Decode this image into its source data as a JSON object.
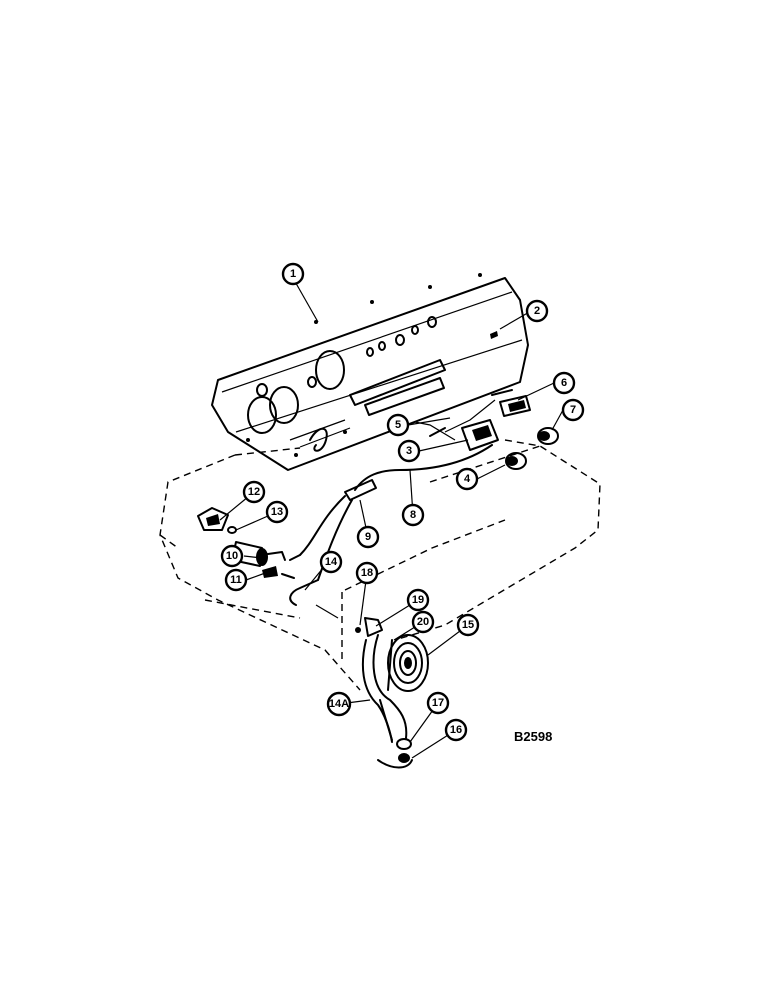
{
  "figure_code": "B2598",
  "callouts": [
    {
      "id": "1",
      "label": "1"
    },
    {
      "id": "2",
      "label": "2"
    },
    {
      "id": "3",
      "label": "3"
    },
    {
      "id": "4",
      "label": "4"
    },
    {
      "id": "5",
      "label": "5"
    },
    {
      "id": "6",
      "label": "6"
    },
    {
      "id": "7",
      "label": "7"
    },
    {
      "id": "8",
      "label": "8"
    },
    {
      "id": "9",
      "label": "9"
    },
    {
      "id": "10",
      "label": "10"
    },
    {
      "id": "11",
      "label": "11"
    },
    {
      "id": "12",
      "label": "12"
    },
    {
      "id": "13",
      "label": "13"
    },
    {
      "id": "14",
      "label": "14"
    },
    {
      "id": "14a",
      "label": "14A"
    },
    {
      "id": "15",
      "label": "15"
    },
    {
      "id": "16",
      "label": "16"
    },
    {
      "id": "17",
      "label": "17"
    },
    {
      "id": "18",
      "label": "18"
    },
    {
      "id": "19",
      "label": "19"
    },
    {
      "id": "20",
      "label": "20"
    }
  ]
}
